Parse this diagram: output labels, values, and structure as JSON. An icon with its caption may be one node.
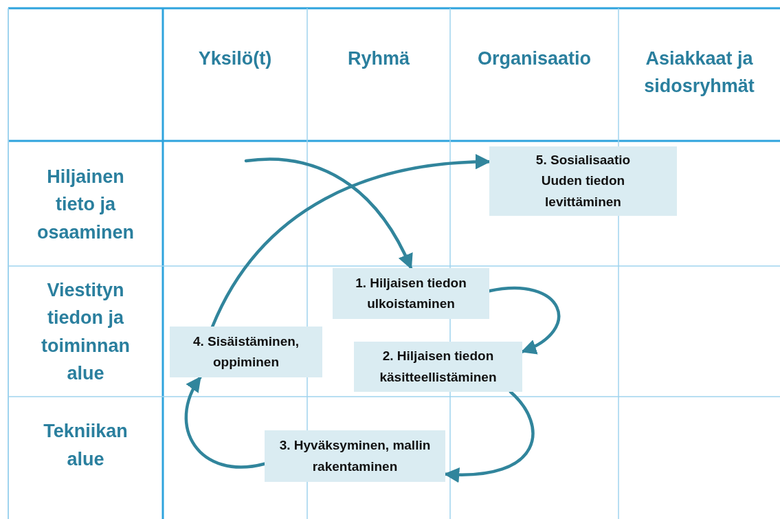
{
  "diagram": {
    "nodes": [
      {
        "text": [
          "5. Sosialisaatio Uuden tiedon levittäminen"
        ]
      },
      {
        "text": [
          "1. Hiljaisen tiedon ulkoistaminen"
        ]
      },
      {
        "text": [
          "4. Sisäistäminen, oppiminen"
        ]
      },
      {
        "text": [
          "2. Hiljaisen tiedon käsitteellistäminen"
        ]
      },
      {
        "text": [
          "3. Hyväksyminen, mallin rakentaminen"
        ]
      }
    ],
    "edges": [
      {
        "from": null,
        "to": 1,
        "arrow": "to"
      },
      {
        "from": 1,
        "to": 3,
        "arrow": "to"
      },
      {
        "from": 3,
        "to": 4,
        "arrow": "to"
      },
      {
        "from": 4,
        "to": 2,
        "arrow": "to"
      },
      {
        "from": 2,
        "to": 0,
        "arrow": "to"
      }
    ],
    "labels": [
      "Yksilö(t)",
      "Ryhmä",
      "Organisaatio",
      "Asiakkaat ja sidosryhmät",
      "Hiljainen tieto ja osaaminen",
      "Viestityn tiedon ja toiminnan alue",
      "Tekniikan alue"
    ]
  }
}
